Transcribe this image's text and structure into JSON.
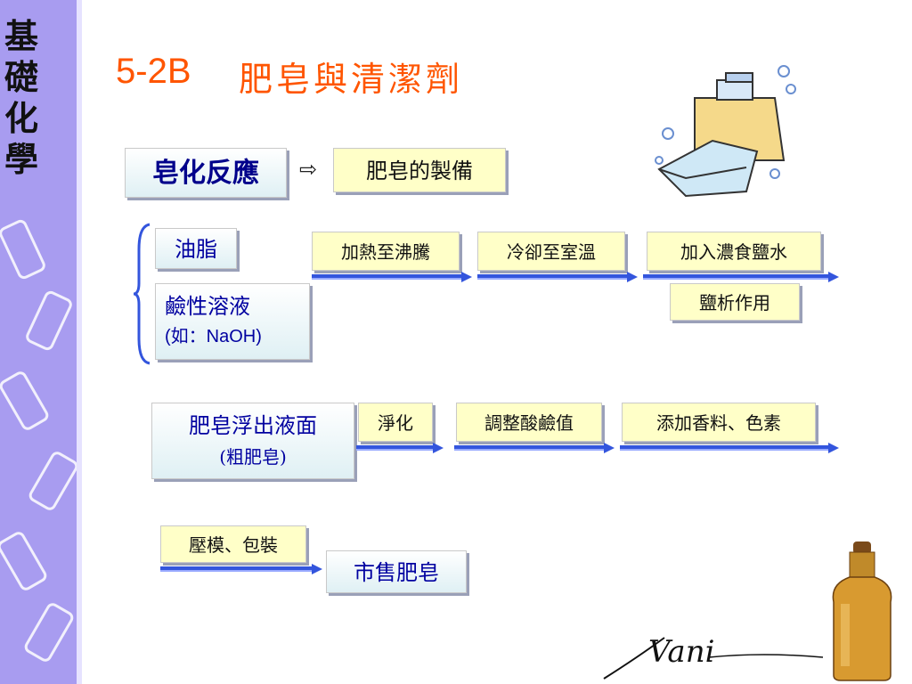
{
  "sidebar": {
    "title": "基礎化學"
  },
  "header": {
    "number": "5-2B",
    "title": "肥皂與清潔劑"
  },
  "section": {
    "heading": "皂化反應",
    "arrow": "⇨",
    "subheading": "肥皂的製備"
  },
  "ingredients": {
    "oil": "油脂",
    "alkali_line1": "鹼性溶液",
    "alkali_line2": "(如：NaOH)"
  },
  "steps_row1": [
    "加熱至沸騰",
    "冷卻至室溫",
    "加入濃食鹽水"
  ],
  "salting_out": "鹽析作用",
  "crude": {
    "line1": "肥皂浮出液面",
    "line2": "(粗肥皂)"
  },
  "steps_row2": [
    "淨化",
    "調整酸鹼值",
    "添加香料、色素"
  ],
  "packaging": "壓模、包裝",
  "final": "市售肥皂",
  "signature": "Vani"
}
